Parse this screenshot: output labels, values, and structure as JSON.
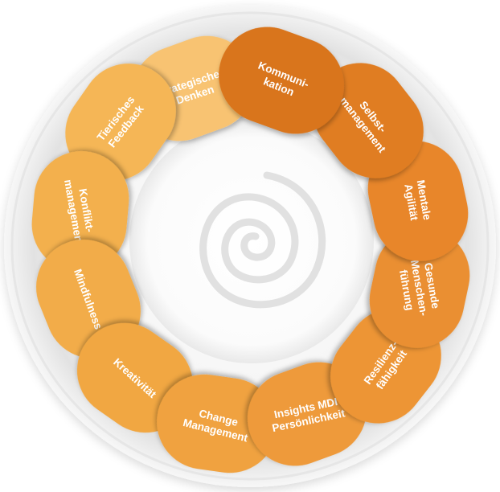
{
  "diagram": {
    "segments": [
      {
        "id": "kommunikation",
        "lines": [
          "Kommuni-",
          "kation"
        ],
        "color": "#d9741d"
      },
      {
        "id": "selbstmanagement",
        "lines": [
          "Selbst-",
          "management"
        ],
        "color": "#e07d20"
      },
      {
        "id": "mentale-agilitaet",
        "lines": [
          "Mentale",
          "Agilität"
        ],
        "color": "#e8862a"
      },
      {
        "id": "gesunde-menschenfuehrung",
        "lines": [
          "Gesunde",
          "Menschen-",
          "führung"
        ],
        "color": "#ea8f30"
      },
      {
        "id": "resilienzfaehigkeit",
        "lines": [
          "Resilienz-",
          "fähigkeit"
        ],
        "color": "#ed9535"
      },
      {
        "id": "insights-mdi",
        "lines": [
          "Insights MDI",
          "Persönlichkeit"
        ],
        "color": "#ee9a3a"
      },
      {
        "id": "change-management",
        "lines": [
          "Change",
          "Management"
        ],
        "color": "#f0a23f"
      },
      {
        "id": "kreativitaet",
        "lines": [
          "Kreativität"
        ],
        "color": "#f1a743"
      },
      {
        "id": "mindfulness",
        "lines": [
          "Mindfulness"
        ],
        "color": "#f2ac48"
      },
      {
        "id": "konfliktmanagement",
        "lines": [
          "Konflikt-",
          "management"
        ],
        "color": "#f3b04e"
      },
      {
        "id": "tierisches-feedback",
        "lines": [
          "Tierisches",
          "Feedback"
        ],
        "color": "#f5b656"
      },
      {
        "id": "strategisches-denken",
        "lines": [
          "Strategisches",
          "Denken"
        ],
        "color": "#f8c372"
      }
    ]
  }
}
